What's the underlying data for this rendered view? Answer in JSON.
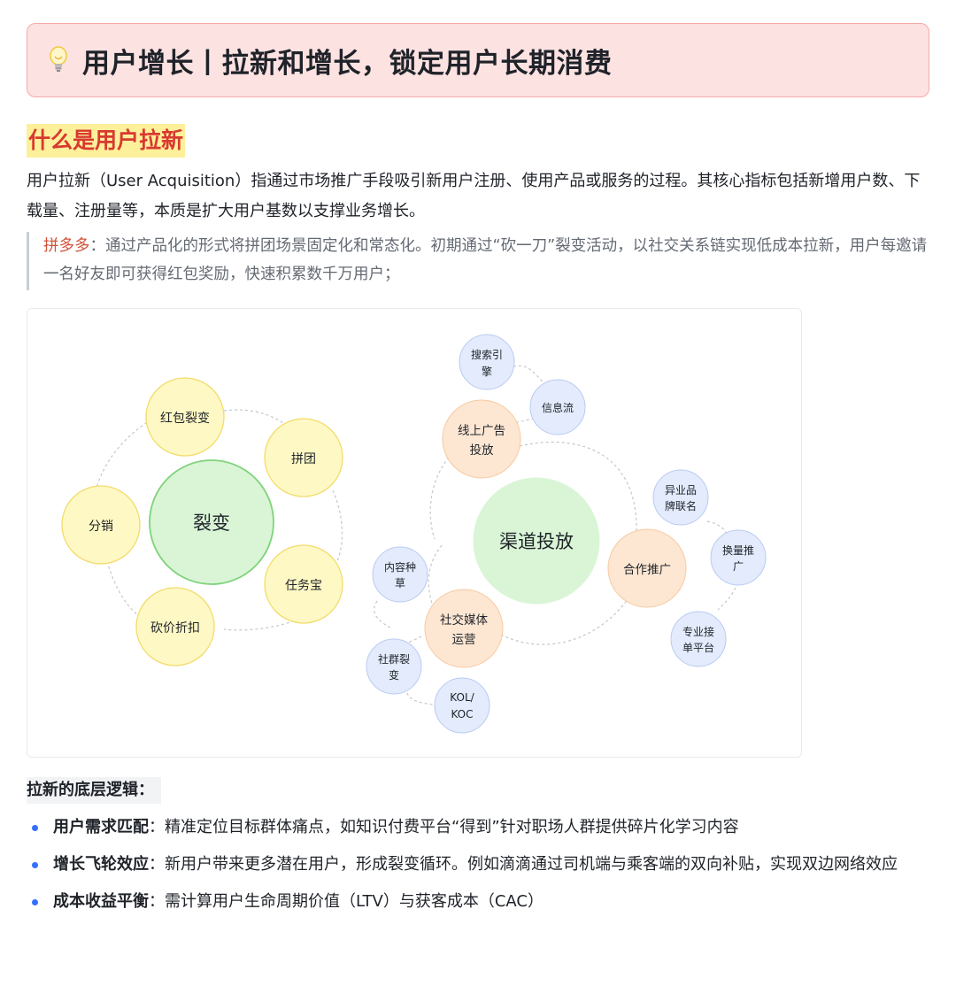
{
  "header": {
    "icon": "lightbulb-icon",
    "title": "用户增长丨拉新和增长，锁定用户长期消费"
  },
  "section": {
    "heading": "什么是用户拉新",
    "intro": "用户拉新（User Acquisition）指通过市场推广手段吸引新用户注册、使用产品或服务的过程。其核心指标包括新增用户数、下载量、注册量等，本质是扩大用户基数以支撑业务增长。"
  },
  "quote": {
    "label": "拼多多",
    "separator": "：",
    "text": "通过产品化的形式将拼团场景固定化和常态化。初期通过“砍一刀”裂变活动，以社交关系链实现低成本拉新，用户每邀请一名好友即可获得红包奖励，快速积累数千万用户；"
  },
  "diagram": {
    "colors": {
      "green_fill": "#d9f5d6",
      "green_stroke": "#7fd37a",
      "yellow_fill": "#fef8c4",
      "yellow_stroke": "#f3dc6b",
      "orange_fill": "#fde7d3",
      "orange_stroke": "#f8c9a0",
      "blue_fill": "#e3ebfc",
      "blue_stroke": "#b9cbf3",
      "connector": "#c4c7cc"
    },
    "fission": {
      "center": "裂变",
      "branches": [
        "红包裂变",
        "拼团",
        "任务宝",
        "砍价折扣",
        "分销"
      ]
    },
    "channel": {
      "center": "渠道投放",
      "online_ads": {
        "label": "线上广告投放",
        "children": [
          "搜索引擎",
          "信息流"
        ]
      },
      "partnership": {
        "label": "合作推广",
        "children": [
          "异业品牌联名",
          "换量推广",
          "专业接单平台"
        ]
      },
      "social_media": {
        "label": "社交媒体运营",
        "children": [
          "内容种草",
          "社群裂变",
          "KOL/KOC"
        ]
      }
    }
  },
  "logic": {
    "heading": "拉新的底层逻辑：",
    "items": [
      {
        "title": "用户需求匹配",
        "separator": "：",
        "text": "精准定位目标群体痛点，如知识付费平台“得到”针对职场人群提供碎片化学习内容"
      },
      {
        "title": "增长飞轮效应",
        "separator": "：",
        "text": "新用户带来更多潜在用户，形成裂变循环。例如滴滴通过司机端与乘客端的双向补贴，实现双边网络效应"
      },
      {
        "title": "成本收益平衡",
        "separator": "：",
        "text": "需计算用户生命周期价值（LTV）与获客成本（CAC）"
      }
    ]
  }
}
